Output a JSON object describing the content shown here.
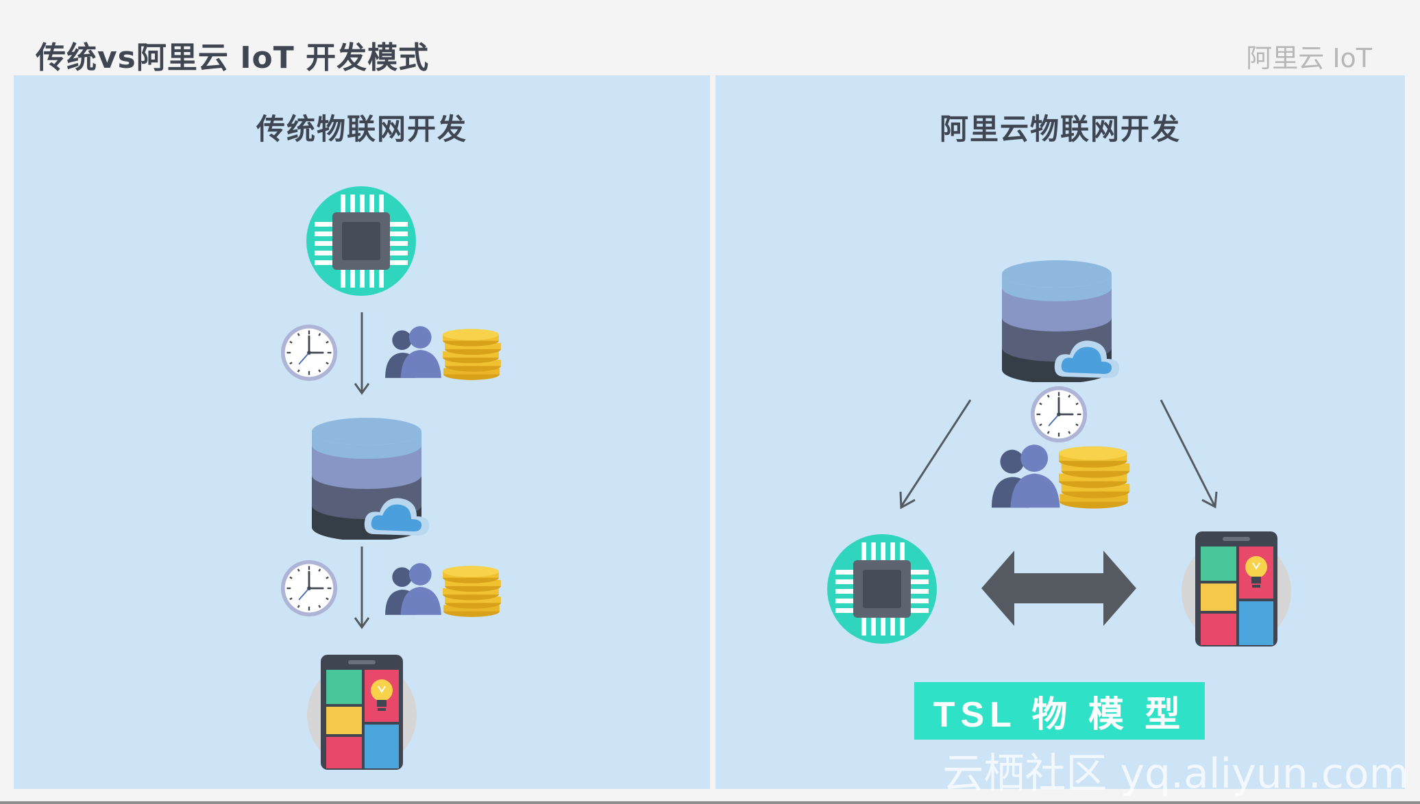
{
  "header": {
    "title": "传统vs阿里云 IoT 开发模式",
    "brand": "阿里云 IoT"
  },
  "left_panel": {
    "title": "传统物联网开发",
    "flow": [
      "chip-icon",
      "clock-icon",
      "people-icon",
      "coins-icon",
      "database-cloud-icon",
      "clock-icon",
      "people-icon",
      "coins-icon",
      "phone-app-icon"
    ]
  },
  "right_panel": {
    "title": "阿里云物联网开发",
    "tsl_label": "TSL 物 模 型"
  },
  "watermark": "云栖社区 yq.aliyun.com",
  "colors": {
    "panel_bg": "#cce4f6",
    "chip_bg": "#2fd5bd",
    "tsl_bg": "#2ee1c7",
    "arrow": "#555a60"
  }
}
